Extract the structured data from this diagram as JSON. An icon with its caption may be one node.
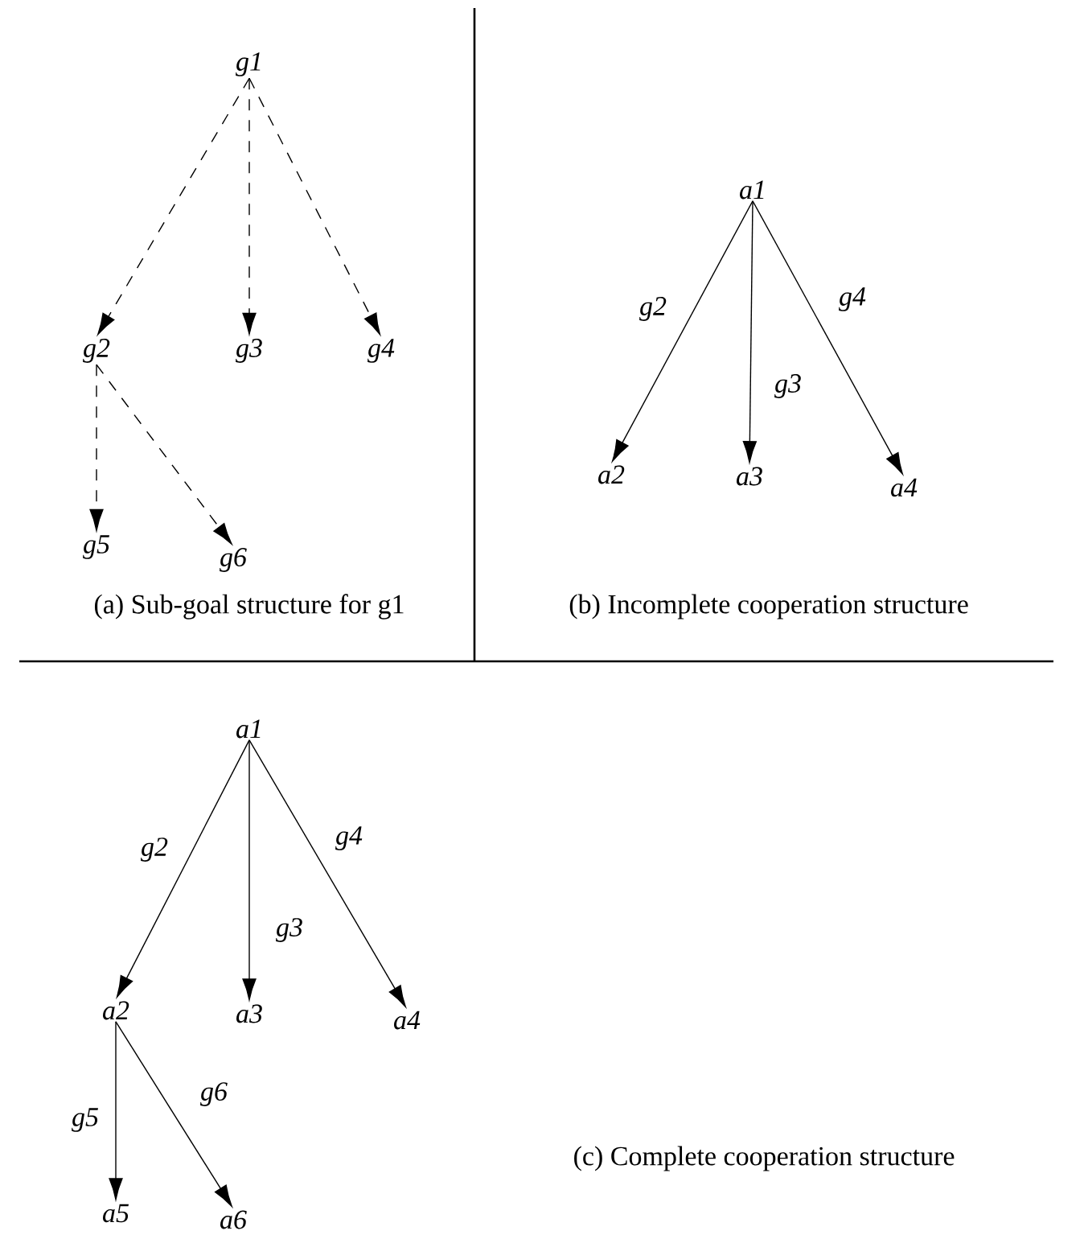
{
  "diagram": {
    "nodes": [
      {
        "text": [
          "g1"
        ]
      },
      {
        "text": [
          "g2"
        ]
      },
      {
        "text": [
          "g3"
        ]
      },
      {
        "text": [
          "g4"
        ]
      },
      {
        "text": [
          "g5"
        ]
      },
      {
        "text": [
          "g6"
        ]
      },
      {
        "text": [
          "a1"
        ]
      },
      {
        "text": [
          "a2"
        ]
      },
      {
        "text": [
          "a3"
        ]
      },
      {
        "text": [
          "a4"
        ]
      },
      {
        "text": [
          "a1"
        ]
      },
      {
        "text": [
          "a2"
        ]
      },
      {
        "text": [
          "a3"
        ]
      },
      {
        "text": [
          "a4"
        ]
      },
      {
        "text": [
          "a5"
        ]
      },
      {
        "text": [
          "a6"
        ]
      }
    ],
    "edges": [
      {
        "from": 0,
        "to": 1,
        "arrow": "to",
        "style": "dashed"
      },
      {
        "from": 0,
        "to": 2,
        "arrow": "to",
        "style": "dashed"
      },
      {
        "from": 0,
        "to": 3,
        "arrow": "to",
        "style": "dashed"
      },
      {
        "from": 1,
        "to": 4,
        "arrow": "to",
        "style": "dashed"
      },
      {
        "from": 1,
        "to": 5,
        "arrow": "to",
        "style": "dashed"
      },
      {
        "from": 6,
        "to": 7,
        "arrow": "to",
        "label": "g2"
      },
      {
        "from": 6,
        "to": 8,
        "arrow": "to",
        "label": "g3"
      },
      {
        "from": 6,
        "to": 9,
        "arrow": "to",
        "label": "g4"
      },
      {
        "from": 10,
        "to": 11,
        "arrow": "to",
        "label": "g2"
      },
      {
        "from": 10,
        "to": 12,
        "arrow": "to",
        "label": "g3"
      },
      {
        "from": 10,
        "to": 13,
        "arrow": "to",
        "label": "g4"
      },
      {
        "from": 11,
        "to": 14,
        "arrow": "to",
        "label": "g5"
      },
      {
        "from": 11,
        "to": 15,
        "arrow": "to",
        "label": "g6"
      }
    ],
    "labels": [
      "(a) Sub-goal structure for g1",
      "(b) Incomplete cooperation structure",
      "(c) Complete cooperation structure"
    ]
  }
}
